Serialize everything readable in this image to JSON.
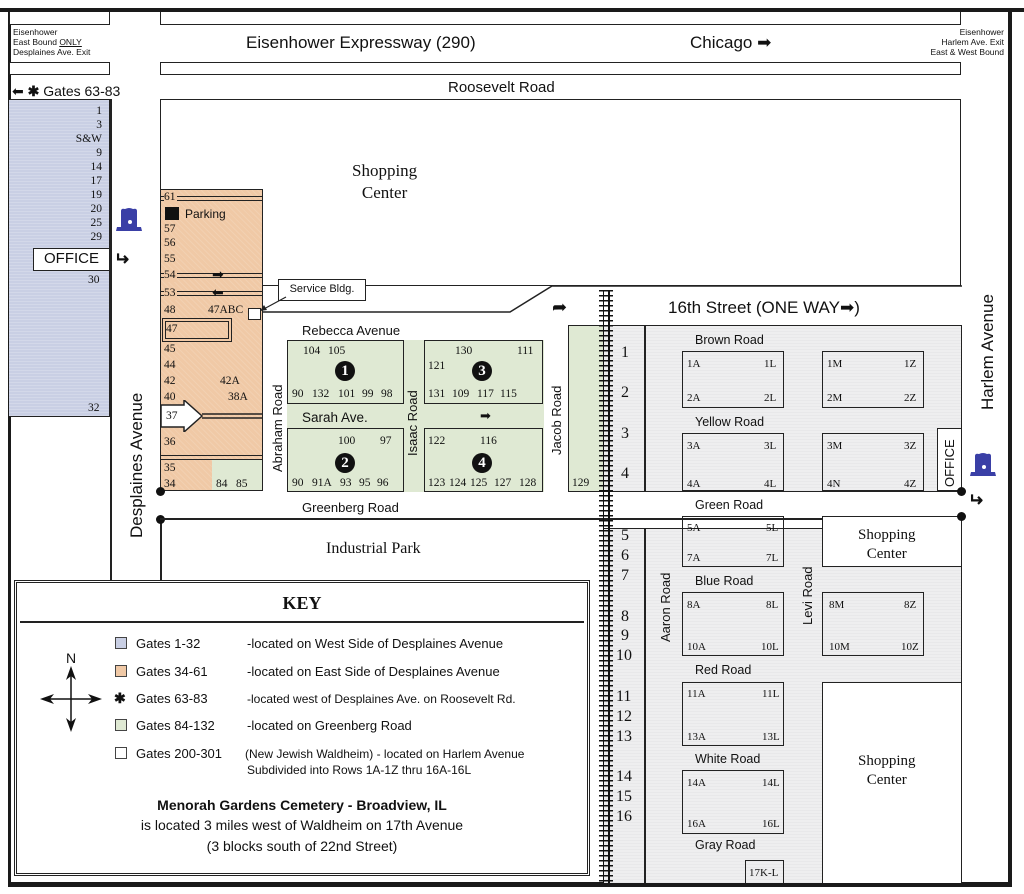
{
  "header": {
    "left_note": [
      "Eisenhower",
      "East Bound ",
      "ONLY",
      "Desplaines Ave. Exit"
    ],
    "right_note": [
      "Eisenhower",
      "Harlem Ave. Exit",
      "East & West Bound"
    ],
    "expressway": "Eisenhower Expressway (290)",
    "chicago": "Chicago",
    "gates_63_83": "Gates 63-83"
  },
  "roads": {
    "roosevelt": "Roosevelt Road",
    "desplaines": "Desplaines Avenue",
    "harlem": "Harlem Avenue",
    "sixteenth": "16th Street (ONE WAY",
    "sixteenth_close": ")",
    "rebecca": "Rebecca Avenue",
    "sarah": "Sarah Ave.",
    "greenberg": "Greenberg Road",
    "abraham": "Abraham Road",
    "isaac": "Isaac Road",
    "jacob": "Jacob Road",
    "aaron": "Aaron Road",
    "levi": "Levi Road",
    "brown": "Brown Road",
    "yellow": "Yellow Road",
    "green": "Green Road",
    "blue": "Blue Road",
    "red": "Red Road",
    "white": "White Road",
    "gray": "Gray Road"
  },
  "places": {
    "shopping_center_1": [
      "Shopping",
      "Center"
    ],
    "shopping_center_2": [
      "Shopping",
      "Center"
    ],
    "shopping_center_3": [
      "Shopping",
      "Center"
    ],
    "industrial_park": "Industrial Park",
    "office_west": "OFFICE",
    "office_east": "OFFICE",
    "service_bldg": "Service Bldg.",
    "parking": "Parking"
  },
  "west_gates": [
    "1",
    "3",
    "S&W",
    "9",
    "14",
    "17",
    "19",
    "20",
    "25",
    "29",
    "30",
    "32"
  ],
  "east_gates": {
    "g61": "61",
    "g57": "57",
    "g56": "56",
    "g55": "55",
    "g54": "54",
    "g53": "53",
    "g48": "48",
    "g47abc": "47ABC",
    "g47": "47",
    "g45": "45",
    "g44": "44",
    "g42": "42",
    "g42a": "42A",
    "g40": "40",
    "g38a": "38A",
    "g37": "37",
    "g36": "36",
    "g35": "35",
    "g34": "34"
  },
  "greenberg_gates": {
    "g84": "84",
    "g85": "85",
    "g129": "129",
    "section1": {
      "badge": "1",
      "top": [
        "104",
        "105"
      ],
      "bottom": [
        "90",
        "132",
        "101",
        "99",
        "98"
      ]
    },
    "section2": {
      "badge": "2",
      "top": [
        "100",
        "97"
      ],
      "bottom": [
        "90",
        "91A",
        "93",
        "95",
        "96"
      ]
    },
    "section3": {
      "badge": "3",
      "top": [
        "130",
        "111"
      ],
      "mid": "121",
      "bottom": [
        "131",
        "109",
        "117",
        "115"
      ]
    },
    "section4": {
      "badge": "4",
      "top": [
        "122",
        "116"
      ],
      "bottom": [
        "123",
        "124",
        "125",
        "127",
        "128"
      ]
    }
  },
  "harlem_sections": [
    "1",
    "2",
    "3",
    "4",
    "5",
    "6",
    "7",
    "8",
    "9",
    "10",
    "11",
    "12",
    "13",
    "14",
    "15",
    "16"
  ],
  "rows": {
    "b1": [
      "1A",
      "1L",
      "2A",
      "2L"
    ],
    "b2": [
      "1M",
      "1Z",
      "2M",
      "2Z"
    ],
    "b3": [
      "3A",
      "3L",
      "4A",
      "4L"
    ],
    "b4": [
      "3M",
      "3Z",
      "4N",
      "4Z"
    ],
    "b5": [
      "5A",
      "5L",
      "7A",
      "7L"
    ],
    "b6": [
      "8A",
      "8L",
      "10A",
      "10L"
    ],
    "b7": [
      "8M",
      "8Z",
      "10M",
      "10Z"
    ],
    "b8": [
      "11A",
      "11L",
      "13A",
      "13L"
    ],
    "b9": [
      "14A",
      "14L",
      "16A",
      "16L"
    ],
    "b10": "17K-L"
  },
  "key": {
    "title": "KEY",
    "compass_n": "N",
    "items": [
      {
        "icon": "blue-swatch",
        "color": "#c9cfe4",
        "label": "Gates 1-32",
        "desc": "-located on West Side of Desplaines Avenue"
      },
      {
        "icon": "peach-swatch",
        "color": "#f0c9a6",
        "label": "Gates 34-61",
        "desc": "-located on East Side of Desplaines Avenue"
      },
      {
        "icon": "asterisk",
        "label": "Gates 63-83",
        "desc": "-located west of Desplaines Ave. on Roosevelt Rd."
      },
      {
        "icon": "green-swatch",
        "color": "#dfe9d3",
        "label": "Gates 84-132",
        "desc": "-located on Greenberg Road"
      },
      {
        "icon": "white-swatch",
        "color": "#ffffff",
        "label": "Gates 200-301",
        "desc": "(New Jewish Waldheim) - located on Harlem Avenue",
        "desc2": "Subdivided into Rows 1A-1Z thru 16A-16L"
      }
    ],
    "footer_title": "Menorah Gardens Cemetery - Broadview, IL",
    "footer_line1": "is located 3 miles west of Waldheim on 17th Avenue",
    "footer_line2": "(3 blocks south of 22nd Street)"
  },
  "colors": {
    "west_gates": "#c9cfe4",
    "east_gates": "#f0c9a6",
    "greenberg_gates": "#dfe9d3",
    "harlem_gates": "#eeeeef",
    "office_hat": "#3a3fa6"
  }
}
